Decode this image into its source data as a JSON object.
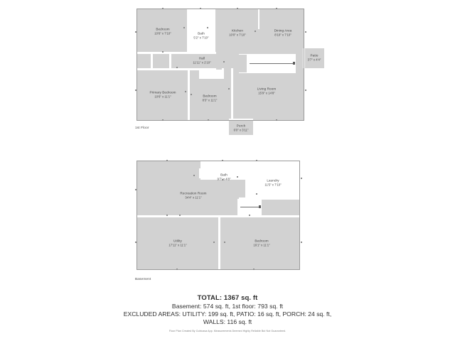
{
  "document": {
    "type": "floor-plan",
    "sheet_background": "#ffffff",
    "room_fill_color": "#d2d2d2",
    "wall_color": "#ffffff",
    "outline_color": "#9a9a9a"
  },
  "floors": [
    {
      "id": "first-floor",
      "caption": "1st Floor",
      "rooms": [
        {
          "id": "bedroom-front",
          "name": "Bedroom",
          "dimensions": "10'6\" x 7'10\""
        },
        {
          "id": "bath-first",
          "name": "Bath",
          "dimensions": "5'2\" x 7'10\""
        },
        {
          "id": "kitchen",
          "name": "Kitchen",
          "dimensions": "10'0\" x 7'10\""
        },
        {
          "id": "dining-area",
          "name": "Dining Area",
          "dimensions": "8'10\" x 7'10\""
        },
        {
          "id": "patio",
          "name": "Patio",
          "dimensions": "3'7\" x 4'4\""
        },
        {
          "id": "hall",
          "name": "Hall",
          "dimensions": "11'11\" x 2'10\""
        },
        {
          "id": "primary-bedroom",
          "name": "Primary Bedroom",
          "dimensions": "10'6\" x 11'1\""
        },
        {
          "id": "bedroom-mid",
          "name": "Bedroom",
          "dimensions": "8'3\" x 11'1\""
        },
        {
          "id": "living-room",
          "name": "Living Room",
          "dimensions": "15'9\" x 14'8\""
        },
        {
          "id": "porch",
          "name": "Porch",
          "dimensions": "6'0\" x 3'11\""
        }
      ]
    },
    {
      "id": "basement",
      "caption": "Basement",
      "rooms": [
        {
          "id": "bath-basement",
          "name": "Bath",
          "dimensions": "9'7\" x 4'8\""
        },
        {
          "id": "laundry",
          "name": "Laundry",
          "dimensions": "11'5\" x 7'10\""
        },
        {
          "id": "recreation-room",
          "name": "Recreation Room",
          "dimensions": "34'4\" x 11'1\""
        },
        {
          "id": "utility",
          "name": "Utility",
          "dimensions": "17'11\" x 11'1\""
        },
        {
          "id": "bedroom-basement",
          "name": "Bedroom",
          "dimensions": "16'1\" x 11'1\""
        }
      ]
    }
  ],
  "summary": {
    "total": "TOTAL: 1367 sq. ft",
    "areas_line": "Basement: 574 sq. ft, 1st floor: 793 sq. ft",
    "excluded_line": "EXCLUDED AREAS: UTILITY: 199 sq. ft, PATIO: 16 sq. ft, PORCH: 24 sq. ft,",
    "walls_line": "WALLS: 116 sq. ft",
    "disclaimer": "Floor Plan Created By Cubicasa App. Measurements Deemed Highly Reliable But Not Guaranteed."
  }
}
